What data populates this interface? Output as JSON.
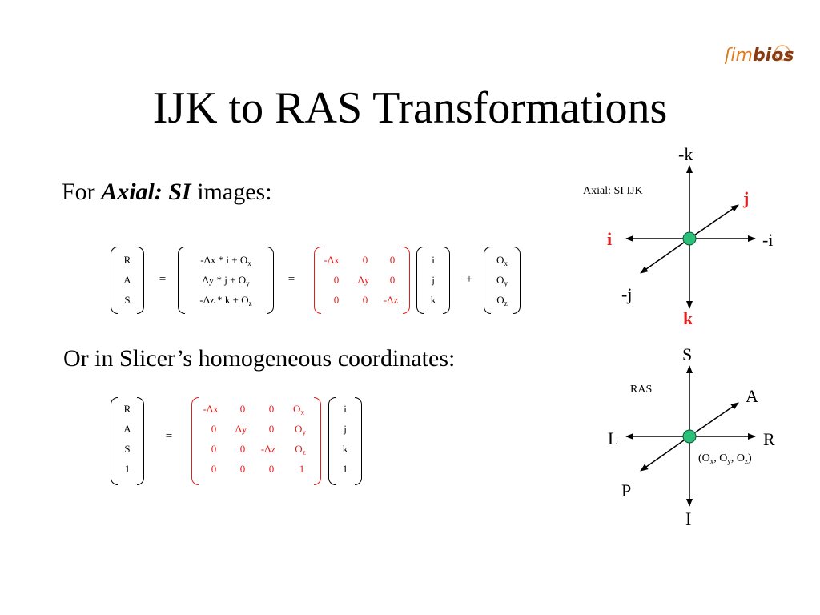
{
  "title": "IJK to RAS Transformations",
  "logo": {
    "text_pre": "ʃim",
    "text_post": "bios",
    "accent": "#e07a1f"
  },
  "axial": {
    "for": "For ",
    "emph": "Axial: SI",
    "rest": " images:"
  },
  "slicer": "Or in Slicer’s homogeneous coordinates:",
  "eq1": {
    "ras": [
      "R",
      "A",
      "S"
    ],
    "eq": "=",
    "mid": [
      [
        "-Δx * i + O",
        "x"
      ],
      [
        "Δy * j + O",
        "y"
      ],
      [
        "-Δz * k + O",
        "z"
      ]
    ],
    "matrix": [
      [
        "-Δx",
        "0",
        "0"
      ],
      [
        "0",
        "Δy",
        "0"
      ],
      [
        "0",
        "0",
        "-Δz"
      ]
    ],
    "ijk": [
      "i",
      "j",
      "k"
    ],
    "plus": "+",
    "offset": [
      [
        "O",
        "x"
      ],
      [
        "O",
        "y"
      ],
      [
        "O",
        "z"
      ]
    ]
  },
  "eq2": {
    "ras": [
      "R",
      "A",
      "S",
      "1"
    ],
    "eq": "=",
    "matrix": [
      [
        "-Δx",
        "0",
        "0",
        "O",
        "x"
      ],
      [
        "0",
        "Δy",
        "0",
        "O",
        "y"
      ],
      [
        "0",
        "0",
        "-Δz",
        "O",
        "z"
      ],
      [
        "0",
        "0",
        "0",
        "1",
        ""
      ]
    ],
    "ijk": [
      "i",
      "j",
      "k",
      "1"
    ]
  },
  "diagram_ijk": {
    "caption": "Axial: SI IJK",
    "neg_k": "-k",
    "j": "j",
    "i": "i",
    "neg_i": "-i",
    "neg_j": "-j",
    "k": "k"
  },
  "diagram_ras": {
    "caption": "RAS",
    "S": "S",
    "A": "A",
    "L": "L",
    "R": "R",
    "P": "P",
    "I": "I",
    "origin": {
      "open": "(O",
      "sx": "x",
      "c1": ", O",
      "sy": "y",
      "c2": ", O",
      "sz": "z",
      "close": ")"
    }
  },
  "colors": {
    "red": "#e02020",
    "origin_dot": "#2bbf7a"
  }
}
